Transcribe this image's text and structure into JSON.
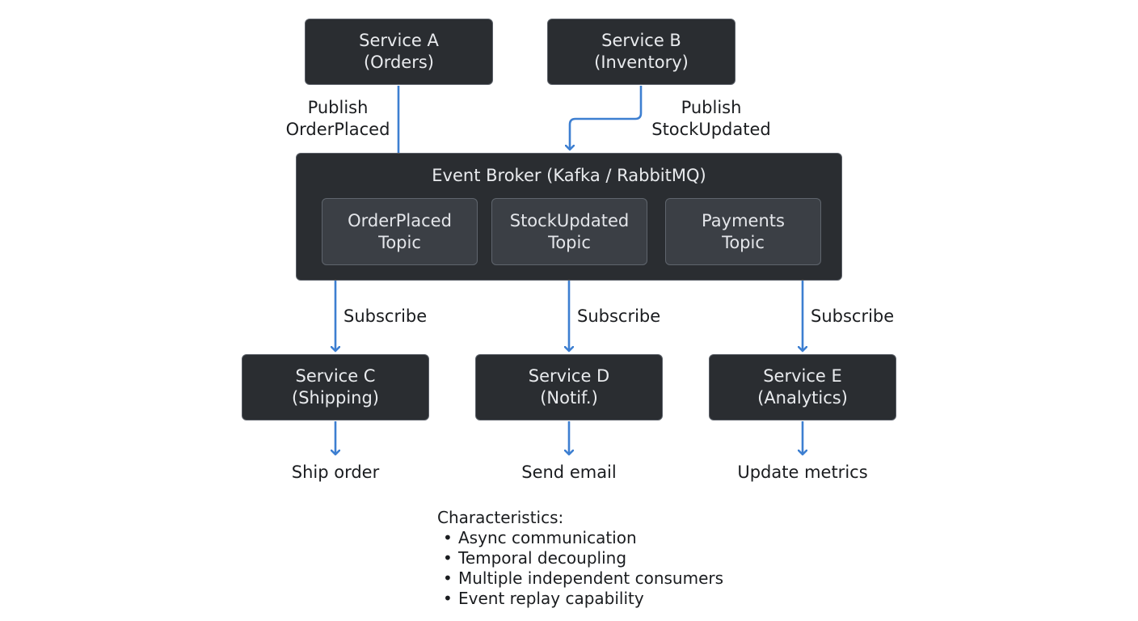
{
  "publishers": [
    {
      "name": "Service A",
      "role": "(Orders)"
    },
    {
      "name": "Service B",
      "role": "(Inventory)"
    }
  ],
  "publish_labels": [
    {
      "verb": "Publish",
      "event": "OrderPlaced"
    },
    {
      "verb": "Publish",
      "event": "StockUpdated"
    }
  ],
  "broker": {
    "title": "Event Broker (Kafka / RabbitMQ)",
    "topics": [
      {
        "name": "OrderPlaced",
        "suffix": "Topic"
      },
      {
        "name": "StockUpdated",
        "suffix": "Topic"
      },
      {
        "name": "Payments",
        "suffix": "Topic"
      }
    ]
  },
  "subscribe_labels": [
    "Subscribe",
    "Subscribe",
    "Subscribe"
  ],
  "consumers": [
    {
      "name": "Service C",
      "role": "(Shipping)",
      "action": "Ship order"
    },
    {
      "name": "Service D",
      "role": "(Notif.)",
      "action": "Send email"
    },
    {
      "name": "Service E",
      "role": "(Analytics)",
      "action": "Update metrics"
    }
  ],
  "characteristics": {
    "title": "Characteristics:",
    "items": [
      "Async communication",
      "Temporal decoupling",
      "Multiple independent consumers",
      "Event replay capability"
    ]
  },
  "colors": {
    "arrow": "#3d7fd1",
    "box_fill": "#2a2d31",
    "topic_fill": "#3b3f45",
    "box_text": "#e9ebee"
  }
}
